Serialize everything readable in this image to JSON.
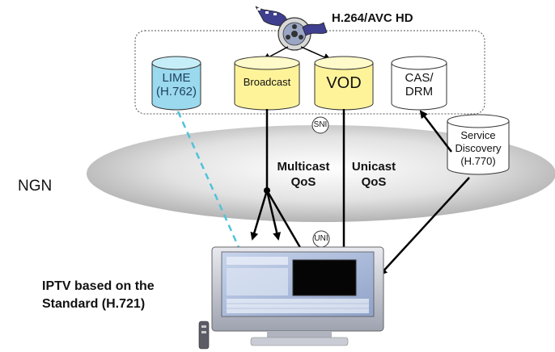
{
  "header": {
    "codec_label": "H.264/AVC HD"
  },
  "servers": {
    "lime": {
      "line1": "LIME",
      "line2": "(H.762)",
      "color": "#9ad9ee"
    },
    "broadcast": {
      "label": "Broadcast",
      "color": "#fff39a"
    },
    "vod": {
      "label": "VOD",
      "color": "#fff39a"
    },
    "cas": {
      "line1": "CAS/",
      "line2": "DRM",
      "color": "#ffffff"
    },
    "service_discovery": {
      "line1": "Service",
      "line2": "Discovery",
      "line3": "(H.770)"
    }
  },
  "interfaces": {
    "sni": "SNI",
    "uni": "UNI"
  },
  "network": {
    "label": "NGN"
  },
  "flows": {
    "multicast_line1": "Multicast",
    "multicast_line2": "QoS",
    "unicast_line1": "Unicast",
    "unicast_line2": "QoS"
  },
  "terminal": {
    "line1": "IPTV based on the",
    "line2": "Standard (H.721)"
  },
  "colors": {
    "lime_link": "#4fc3d9",
    "arrow": "#000000"
  }
}
